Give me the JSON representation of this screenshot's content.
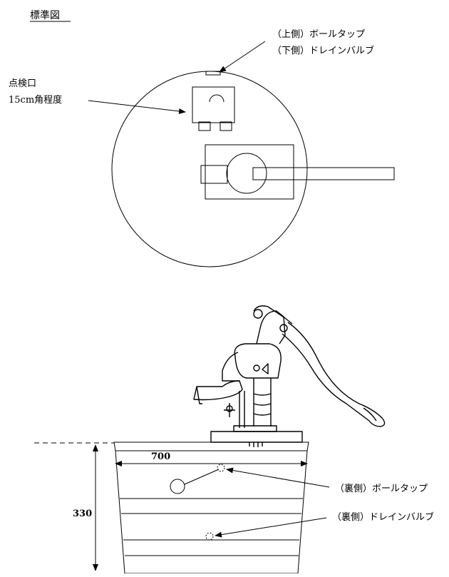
{
  "title": "標準図",
  "top_view": {
    "ball_tap_label": "（上側）ボールタップ",
    "drain_valve_label": "（下側）ドレインバルブ",
    "hatch_label_line1": "点検口",
    "hatch_label_line2": "15cm角程度"
  },
  "side_view": {
    "width_dimension": "700",
    "height_dimension": "330",
    "ball_tap_label": "（裏側）ボールタップ",
    "drain_valve_label": "（裏側）ドレインバルブ"
  },
  "colors": {
    "line": "#000000",
    "background": "#ffffff"
  }
}
